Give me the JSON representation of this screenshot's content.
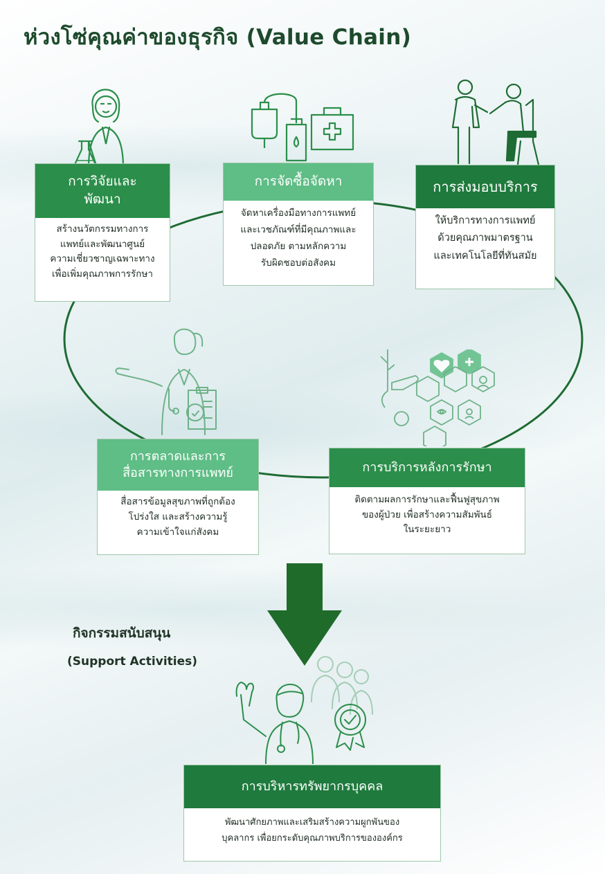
{
  "title": "ห่วงโซ่คุณค่าของธุรกิจ (Value Chain)",
  "colors": {
    "dark_green": "#1f7a3d",
    "mid_green": "#2b8e4a",
    "light_green": "#5fbd86",
    "outline": "#1e6b33"
  },
  "icons": [
    "scientist-icon",
    "medical-supplies-icon",
    "doctor-patient-icon",
    "nurse-thumbs-up-icon",
    "health-hexagon-icons",
    "arrow-down-icon",
    "medical-team-icon"
  ],
  "boxes": {
    "research": {
      "title": "การวิจัยและ\nพัฒนา",
      "body": "สร้างนวัตกรรมทางการ\nแพทย์และพัฒนาศูนย์\nความเชี่ยวชาญเฉพาะทาง\nเพื่อเพิ่มคุณภาพการรักษา"
    },
    "procurement": {
      "title": "การจัดซื้อจัดหา",
      "body": "จัดหาเครื่องมือทางการแพทย์\nและเวชภัณฑ์ที่มีคุณภาพและ\nปลอดภัย ตามหลักความ\nรับผิดชอบต่อสังคม"
    },
    "delivery": {
      "title": "การส่งมอบบริการ",
      "body": "ให้บริการทางการแพทย์\nด้วยคุณภาพมาตรฐาน\nและเทคโนโลยีที่ทันสมัย"
    },
    "marketing": {
      "title": "การตลาดและการ\nสื่อสารทางการแพทย์",
      "body": "สื่อสารข้อมูลสุขภาพที่ถูกต้อง\nโปร่งใส และสร้างความรู้\nความเข้าใจแก่สังคม"
    },
    "after_service": {
      "title": "การบริการหลังการรักษา",
      "body": "ติดตามผลการรักษาและฟื้นฟูสุขภาพ\nของผู้ป่วย เพื่อสร้างความสัมพันธ์\nในระยะยาว"
    },
    "hr": {
      "title": "การบริหารทรัพยากรบุคคล",
      "body": "พัฒนาศักยภาพและเสริมสร้างความผูกพันของ\nบุคลากร เพื่อยกระดับคุณภาพบริการขององค์กร"
    }
  },
  "support": {
    "label_th": "กิจกรรมสนับสนุน",
    "label_en": "(Support Activities)"
  }
}
